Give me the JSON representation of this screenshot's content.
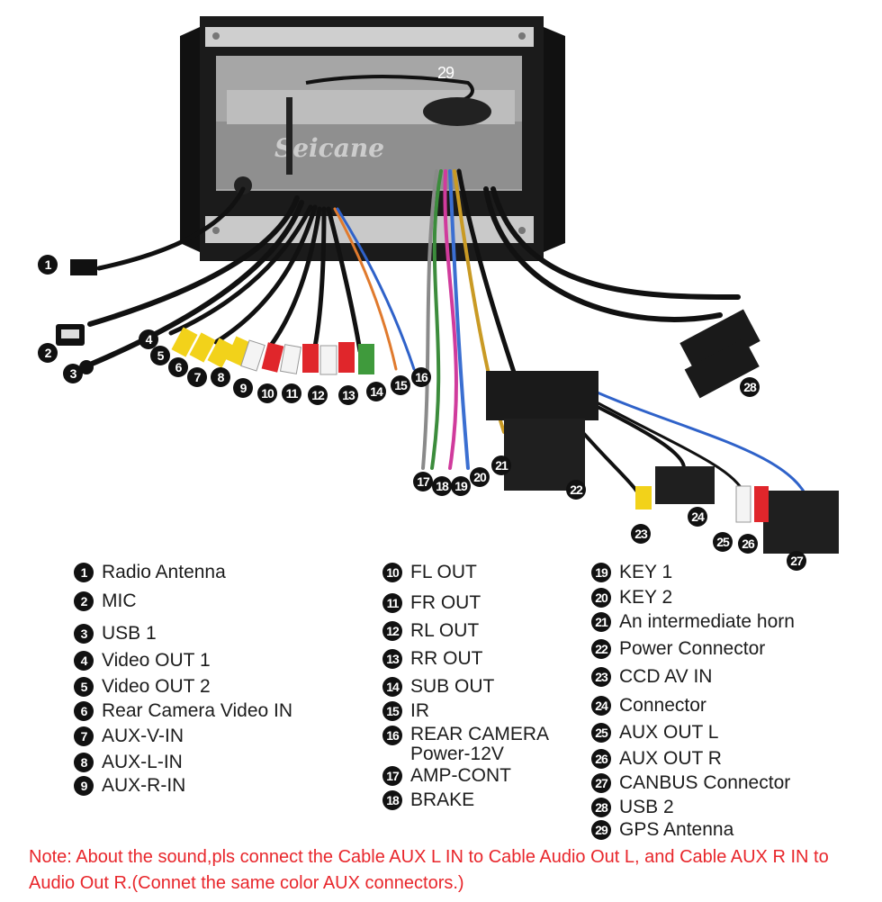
{
  "watermark": "Seicane",
  "callouts": [
    "1",
    "2",
    "3",
    "4",
    "5",
    "6",
    "7",
    "8",
    "9",
    "10",
    "11",
    "12",
    "13",
    "14",
    "15",
    "16",
    "17",
    "18",
    "19",
    "20",
    "21",
    "22",
    "23",
    "24",
    "25",
    "26",
    "27",
    "28",
    "29"
  ],
  "legend": [
    {
      "num": "1",
      "label": "Radio Antenna"
    },
    {
      "num": "2",
      "label": "MIC"
    },
    {
      "num": "3",
      "label": "USB 1"
    },
    {
      "num": "4",
      "label": "Video OUT 1"
    },
    {
      "num": "5",
      "label": "Video OUT 2"
    },
    {
      "num": "6",
      "label": "Rear Camera Video IN"
    },
    {
      "num": "7",
      "label": "AUX-V-IN"
    },
    {
      "num": "8",
      "label": "AUX-L-IN"
    },
    {
      "num": "9",
      "label": "AUX-R-IN"
    },
    {
      "num": "10",
      "label": "FL OUT"
    },
    {
      "num": "11",
      "label": "FR OUT"
    },
    {
      "num": "12",
      "label": "RL OUT"
    },
    {
      "num": "13",
      "label": "RR OUT"
    },
    {
      "num": "14",
      "label": "SUB OUT"
    },
    {
      "num": "15",
      "label": "IR"
    },
    {
      "num": "16",
      "label": "REAR CAMERA\nPower-12V"
    },
    {
      "num": "17",
      "label": "AMP-CONT"
    },
    {
      "num": "18",
      "label": "BRAKE"
    },
    {
      "num": "19",
      "label": "KEY 1"
    },
    {
      "num": "20",
      "label": "KEY 2"
    },
    {
      "num": "21",
      "label": "An intermediate horn"
    },
    {
      "num": "22",
      "label": "Power Connector"
    },
    {
      "num": "23",
      "label": "CCD AV IN"
    },
    {
      "num": "24",
      "label": "Connector"
    },
    {
      "num": "25",
      "label": "AUX OUT L"
    },
    {
      "num": "26",
      "label": "AUX OUT R"
    },
    {
      "num": "27",
      "label": "CANBUS Connector"
    },
    {
      "num": "28",
      "label": "USB 2"
    },
    {
      "num": "29",
      "label": "GPS Antenna"
    }
  ],
  "note": "Note: About the sound,pls connect the Cable AUX L IN to Cable Audio Out L, and Cable AUX R IN to  Audio Out R.(Connet the same color AUX connectors.)",
  "colors": {
    "note": "#e8262b",
    "badge": "#111111",
    "rca_yellow": "#f2d21a",
    "rca_red": "#e0262b",
    "rca_white": "#f4f4f4",
    "rca_green": "#3f9a3c"
  }
}
